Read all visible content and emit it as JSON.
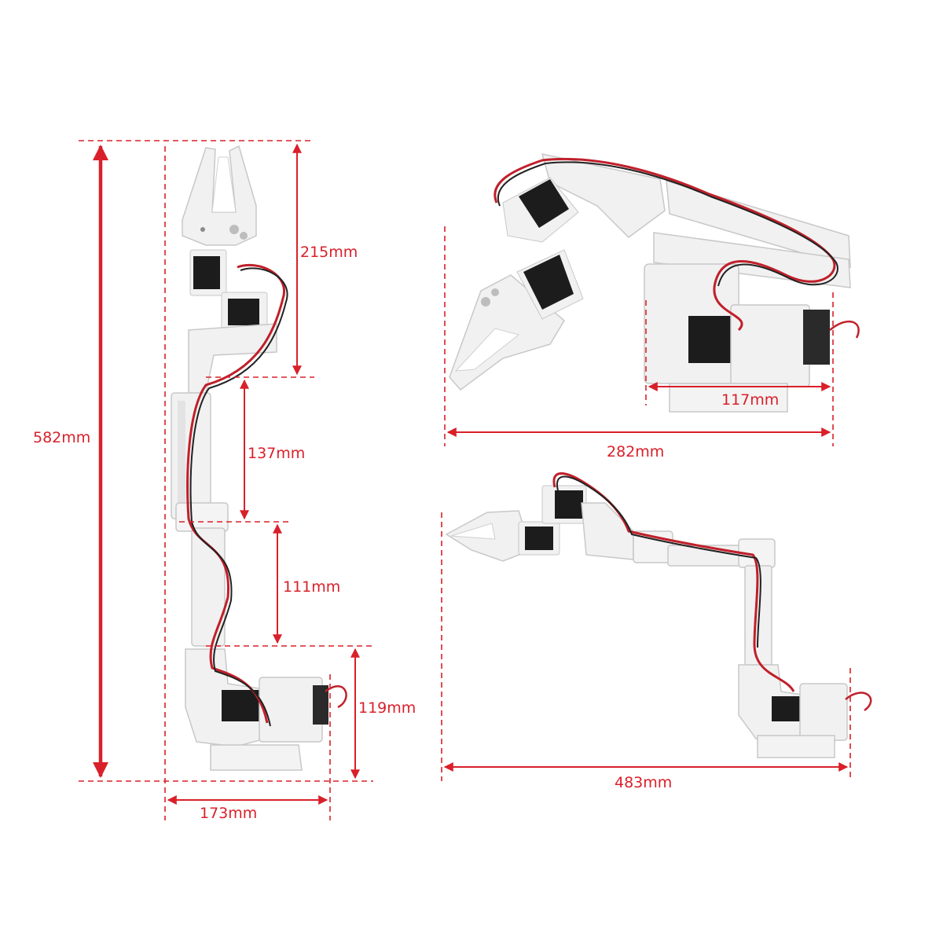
{
  "colors": {
    "dimension": "#d9202a",
    "arm_body": "#f1f1f1",
    "arm_outline": "#c8c8c8",
    "servo": "#1c1c1c",
    "wire_red": "#c0202a",
    "wire_black": "#222222",
    "background": "#ffffff"
  },
  "views": {
    "upright": {
      "height_total": "582mm",
      "gripper_section": "215mm",
      "upper_arm": "137mm",
      "lower_arm": "111mm",
      "base_height": "119mm",
      "base_width": "173mm"
    },
    "folded": {
      "length": "282mm",
      "base_width": "117mm"
    },
    "extended": {
      "length": "483mm"
    }
  },
  "icons": {
    "servo": "servo-motor-icon",
    "gripper": "gripper-claw-icon",
    "base": "base-platform-icon"
  }
}
